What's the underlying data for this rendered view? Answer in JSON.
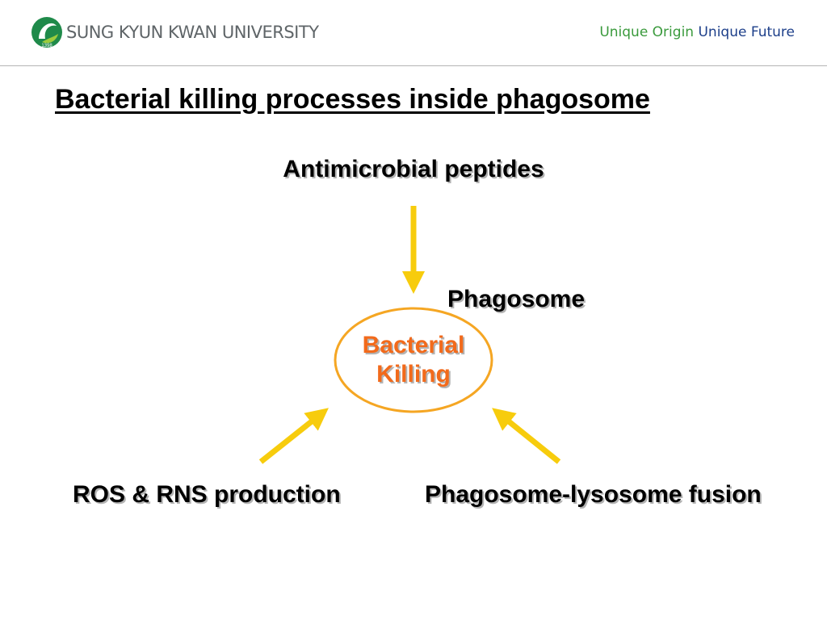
{
  "header": {
    "university": "SUNG KYUN KWAN UNIVERSITY",
    "logo_year": "1398",
    "slogan_part1": "Unique Origin",
    "slogan_part2": "Unique Future"
  },
  "slide": {
    "title": "Bacterial killing processes inside phagosome",
    "top_label": "Antimicrobial peptides",
    "phagosome_label": "Phagosome",
    "center_line1": "Bacterial",
    "center_line2": "Killing",
    "left_label": "ROS & RNS production",
    "right_label": "Phagosome-lysosome fusion"
  },
  "colors": {
    "arrow": "#f7cc0d",
    "ellipse_stroke": "#f5a623",
    "center_text": "#f26a1b",
    "slogan_green": "#3a9a3c",
    "slogan_blue": "#1d3f8a"
  }
}
